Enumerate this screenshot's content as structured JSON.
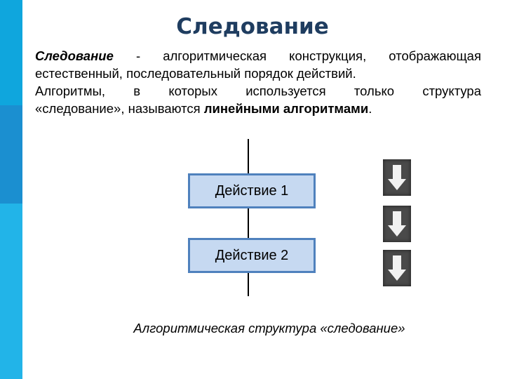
{
  "title": "Следование",
  "definition": {
    "term": "Следование",
    "line1_rest": " - алгоритмическая конструкция, отображающая",
    "line2": "естественный, последовательный порядок действий.",
    "line3": "Алгоритмы, в которых используется только структура",
    "line4_start": "«следование», называются ",
    "line4_bold": "линейными алгоритмами",
    "line4_end": "."
  },
  "diagram": {
    "action1": "Действие 1",
    "action2": "Действие 2"
  },
  "arrow_icons": [
    "arrow-down-icon",
    "arrow-down-icon",
    "arrow-down-icon"
  ],
  "caption": "Алгоритмическая структура «следование»",
  "colors": {
    "accent_bar": "#0fa6dd",
    "title": "#1f3d60",
    "box_fill": "#c6d9f1",
    "box_border": "#4f81bd"
  }
}
